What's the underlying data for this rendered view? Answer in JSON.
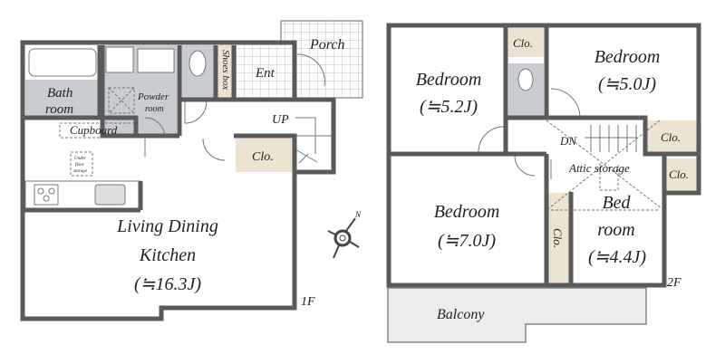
{
  "floor1": {
    "label": "1F",
    "rooms": {
      "bath": [
        "Bath",
        "room"
      ],
      "powder": [
        "Powder",
        "room"
      ],
      "shoes_box": "Shoes box",
      "entrance": "Ent",
      "porch": "Porch",
      "up": "UP",
      "closet": "Clo.",
      "cupboard": "Cupboard",
      "underfloor": [
        "Under",
        "floor",
        "storage"
      ],
      "ldk": [
        "Living Dining",
        "Kitchen",
        "(≒16.3J)"
      ]
    },
    "compass": "N"
  },
  "floor2": {
    "label": "2F",
    "rooms": {
      "bedroom_a": [
        "Bedroom",
        "(≒5.2J)"
      ],
      "bedroom_b": [
        "Bedroom",
        "(≒5.0J)"
      ],
      "bedroom_c": [
        "Bedroom",
        "(≒7.0J)"
      ],
      "bedroom_d": [
        "Bed",
        "room",
        "(≒4.4J)"
      ],
      "closet_1": "Clo.",
      "closet_2": "Clo.",
      "closet_3": "Clo.",
      "closet_4": "Clo.",
      "down": "DN",
      "attic": "Attic storage",
      "balcony": "Balcony"
    }
  },
  "colors": {
    "wall": "#5a5a5a",
    "wet_area": "#c9ccd1",
    "closet": "#ece3d2",
    "balcony": "#ececec"
  }
}
